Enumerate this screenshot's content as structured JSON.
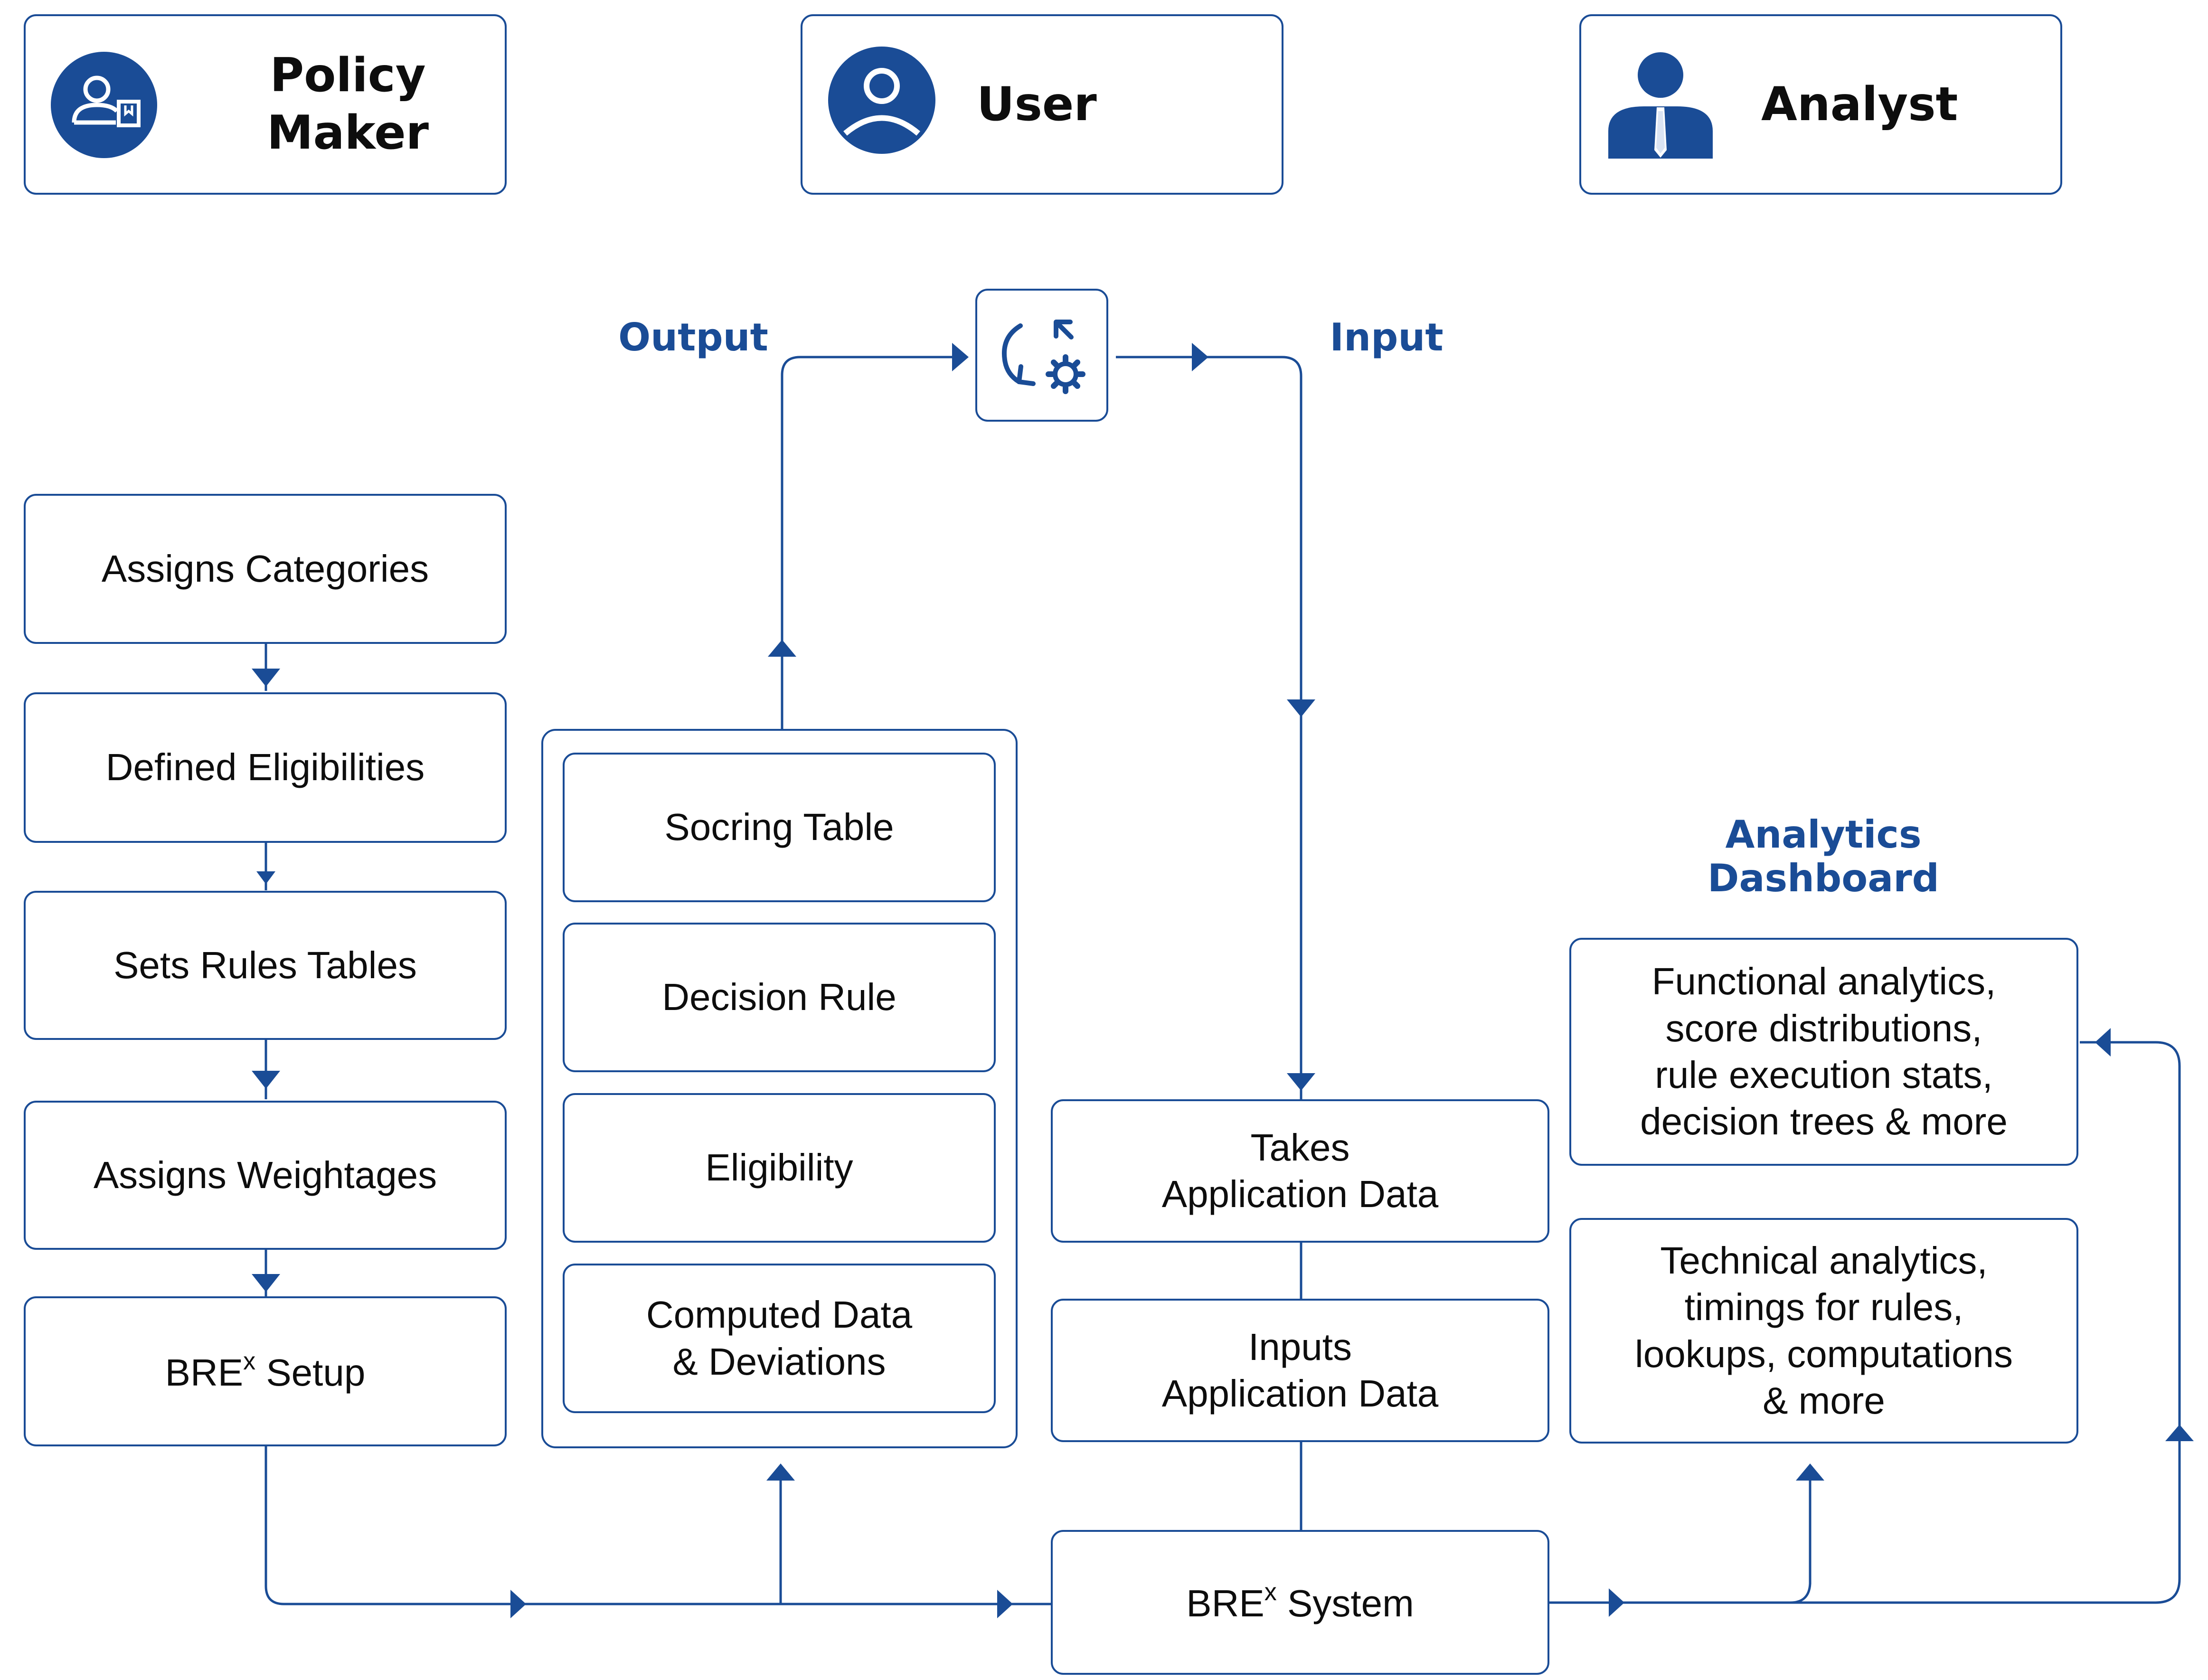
{
  "actors": {
    "policy_maker": "Policy Maker",
    "user": "User",
    "analyst": "Analyst"
  },
  "flow_labels": {
    "output": "Output",
    "input": "Input",
    "analytics_dashboard_line1": "Analytics",
    "analytics_dashboard_line2": "Dashboard"
  },
  "policy_steps": {
    "assigns_categories": "Assigns Categories",
    "defined_eligibilities": "Defined Eligibilities",
    "sets_rules_tables": "Sets Rules Tables",
    "assigns_weightages": "Assigns Weightages",
    "bre_setup_prefix": "BRE",
    "bre_setup_sup": "x",
    "bre_setup_suffix": " Setup"
  },
  "outputs": {
    "socring_table": "Socring Table",
    "decision_rule": "Decision Rule",
    "eligibility": "Eligibility",
    "computed_line1": "Computed Data",
    "computed_line2": "& Deviations"
  },
  "input_steps": {
    "takes_line1": "Takes",
    "takes_line2": "Application Data",
    "inputs_line1": "Inputs",
    "inputs_line2": "Application Data",
    "bre_system_prefix": "BRE",
    "bre_system_sup": "x",
    "bre_system_suffix": " System"
  },
  "analytics": {
    "functional_line1": "Functional analytics,",
    "functional_line2": "score distributions,",
    "functional_line3": "rule execution stats,",
    "functional_line4": "decision trees & more",
    "technical_line1": "Technical analytics,",
    "technical_line2": "timings for rules,",
    "technical_line3": "lookups, computations",
    "technical_line4": "& more"
  },
  "icons": {
    "policy_maker": "person-with-document-icon",
    "user": "user-circle-icon",
    "analyst": "person-with-tie-icon",
    "processing": "refresh-gear-icon"
  },
  "colors": {
    "primary": "#1a4c96",
    "text": "#0d0d0d"
  }
}
